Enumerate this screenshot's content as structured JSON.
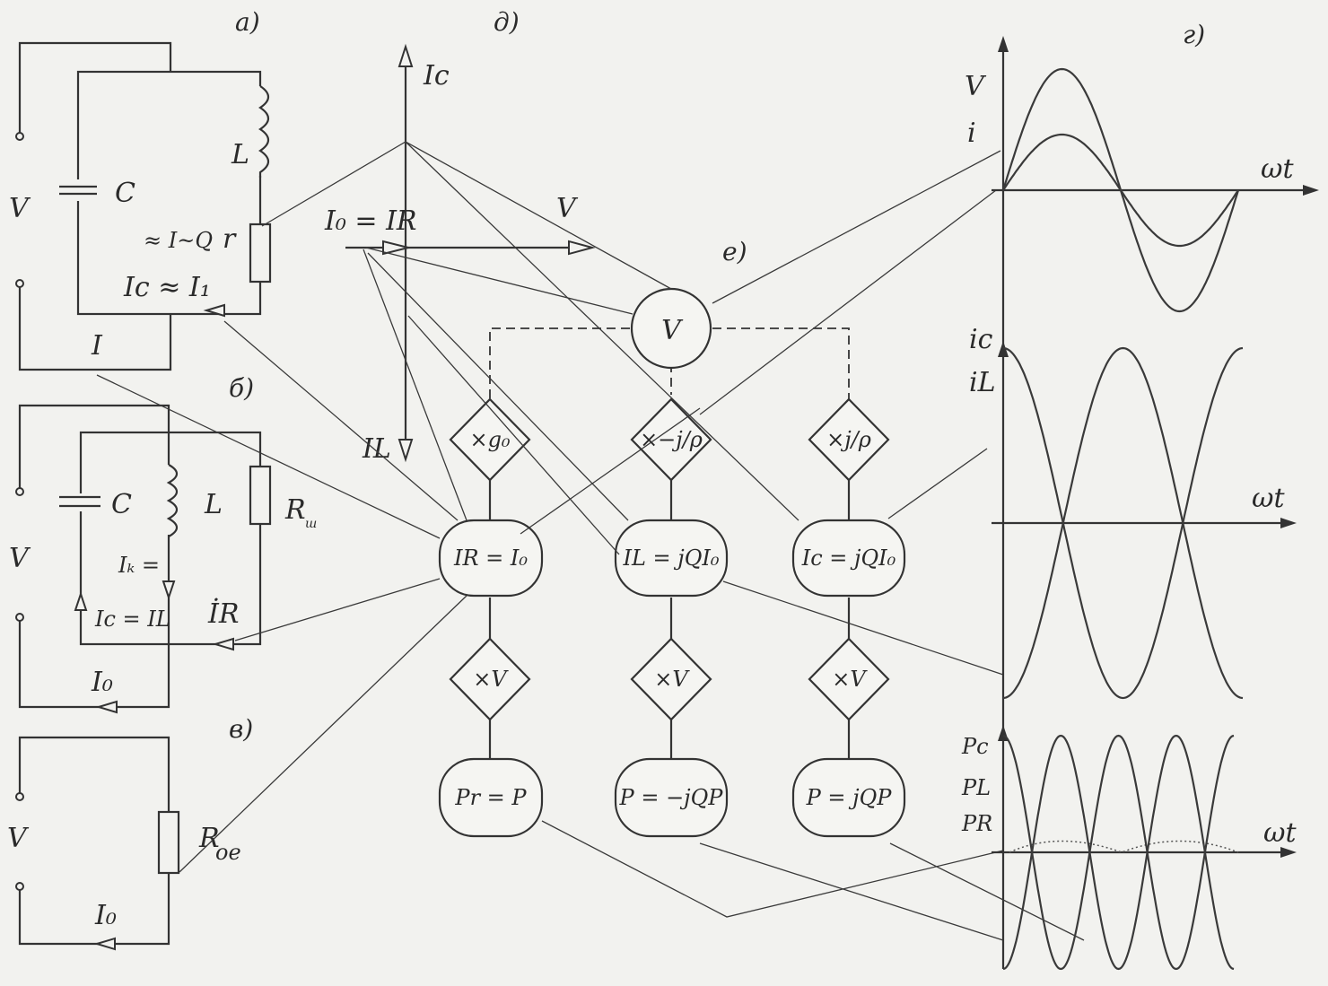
{
  "panels": {
    "a": "a)",
    "b": "б)",
    "v": "в)",
    "g": "г)",
    "d": "д)",
    "e": "е)"
  },
  "circuit_a": {
    "voltage": "V",
    "capacitor": "C",
    "inductor": "L",
    "resistor": "r",
    "current_approx": "≈ I~Q",
    "current_relation": "Ic ≈ I₁",
    "supply_current": "I"
  },
  "circuit_b": {
    "voltage": "V",
    "capacitor": "C",
    "inductor": "L",
    "resistor": "R",
    "resistor_sub": "ш",
    "current_k": "Iₖ =",
    "current_eq": "Ic = IL",
    "current_r": "İR",
    "supply_current": "I₀"
  },
  "circuit_v": {
    "voltage": "V",
    "resistor": "R",
    "resistor_sub": "oe",
    "current": "I₀"
  },
  "phasor_d": {
    "axis_up": "Ic",
    "axis_down": "IL",
    "axis_right": "V",
    "relation": "I₀ = IR"
  },
  "flow_e": {
    "source": "V",
    "mul_g": "×g₀",
    "mul_neg_j": "×−j/ρ",
    "mul_pos_j": "×j/ρ",
    "current_r": "IR = I₀",
    "current_l": "IL = jQI₀",
    "current_c": "Ic = jQI₀",
    "mul_v_1": "×V",
    "mul_v_2": "×V",
    "mul_v_3": "×V",
    "power_r": "Pr = P",
    "power_l": "P = −jQP",
    "power_c": "P = jQP"
  },
  "waves_g": {
    "top_y1": "V",
    "top_y2": "i",
    "mid_y1": "ic",
    "mid_y2": "iL",
    "bot_y1": "Pc",
    "bot_y2": "PL",
    "bot_y3": "PR",
    "x_label": "ωt"
  },
  "colors": {
    "paper": "#f2f2ef",
    "ink": "#333333"
  }
}
